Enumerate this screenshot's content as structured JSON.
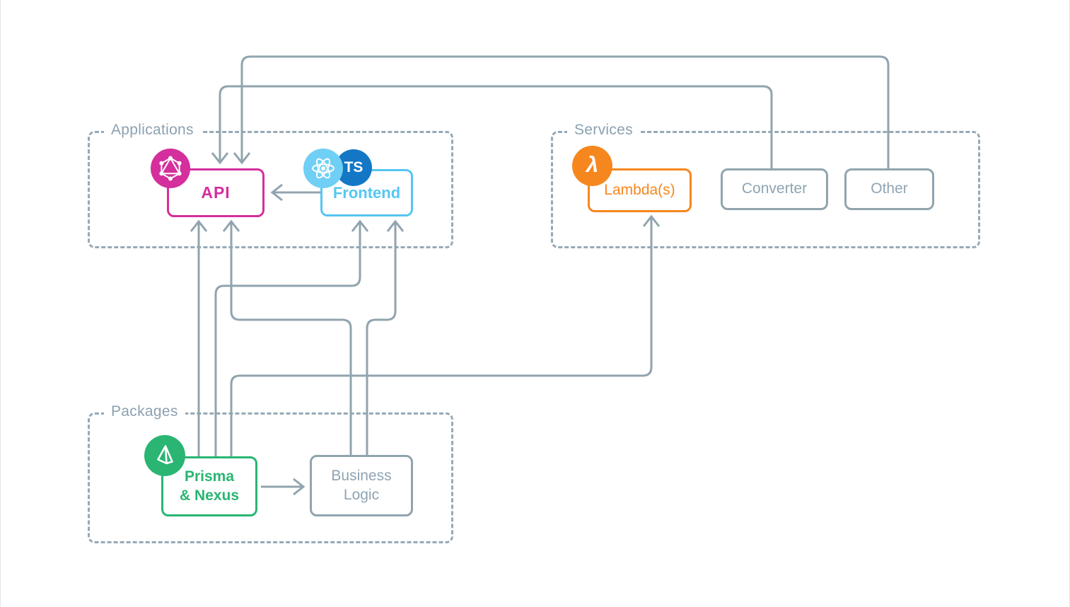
{
  "diagram": {
    "type": "architecture-diagram",
    "groups": {
      "applications": {
        "label": "Applications"
      },
      "services": {
        "label": "Services"
      },
      "packages": {
        "label": "Packages"
      }
    },
    "nodes": {
      "api": {
        "label": "API",
        "accent": "#d42f9c"
      },
      "frontend": {
        "label": "Frontend",
        "accent": "#55c6f2"
      },
      "lambda": {
        "label": "Lambda(s)",
        "accent": "#f6871f"
      },
      "converter": {
        "label": "Converter",
        "accent": "#90a4ae"
      },
      "other": {
        "label": "Other",
        "accent": "#90a4ae"
      },
      "prisma": {
        "label": "Prisma & Nexus",
        "accent": "#2ab573"
      },
      "business_logic": {
        "label": "Business Logic",
        "accent": "#90a4ae"
      }
    },
    "icons": {
      "graphql": {
        "name": "graphql-icon",
        "color": "#d42f9c"
      },
      "react": {
        "name": "react-icon",
        "color": "#6fcff5"
      },
      "typescript": {
        "name": "typescript-icon",
        "glyph": "TS",
        "color": "#1377c5"
      },
      "lambda": {
        "name": "aws-lambda-icon",
        "glyph": "λ",
        "color": "#f6871f"
      },
      "prisma": {
        "name": "prisma-icon",
        "color": "#2ab573"
      }
    },
    "edges": [
      {
        "from": "other",
        "to": "api"
      },
      {
        "from": "converter",
        "to": "api"
      },
      {
        "from": "frontend",
        "to": "api"
      },
      {
        "from": "prisma",
        "to": "api"
      },
      {
        "from": "prisma",
        "to": "frontend"
      },
      {
        "from": "prisma",
        "to": "lambda"
      },
      {
        "from": "business_logic",
        "to": "api"
      },
      {
        "from": "business_logic",
        "to": "frontend"
      },
      {
        "from": "prisma",
        "to": "business_logic"
      }
    ],
    "connector_color": "#90a4ae"
  }
}
